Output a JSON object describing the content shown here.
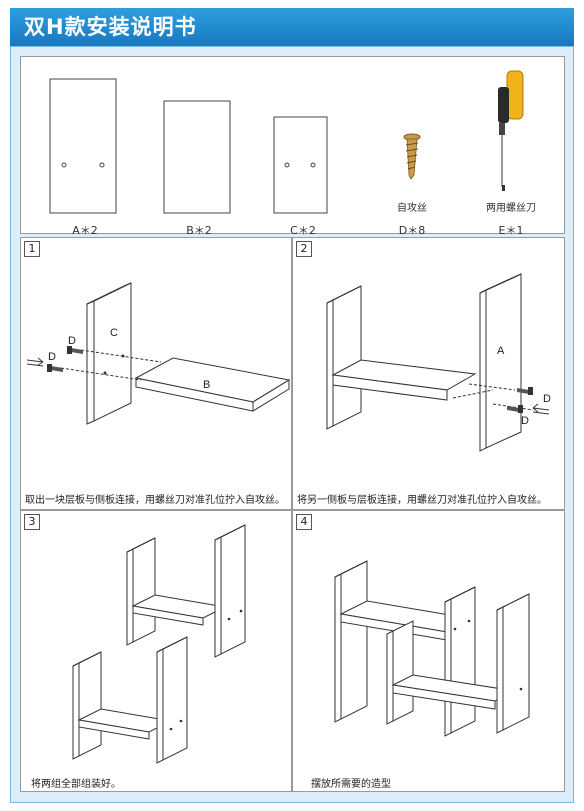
{
  "header": {
    "title": "双H款安装说明书"
  },
  "parts": [
    {
      "label": "A＊2"
    },
    {
      "label": "B＊2"
    },
    {
      "label": "C＊2"
    },
    {
      "label": "D＊8",
      "name": "自攻丝"
    },
    {
      "label": "E＊1",
      "name": "两用螺丝刀"
    }
  ],
  "steps": [
    {
      "number": "1",
      "caption": "取出一块层板与侧板连接，用螺丝刀对准孔位拧入自攻丝。",
      "tags": {
        "c": "C",
        "b": "B",
        "d1": "D",
        "d2": "D"
      }
    },
    {
      "number": "2",
      "caption": "将另一侧板与层板连接，用螺丝刀对准孔位拧入自攻丝。",
      "tags": {
        "a": "A",
        "d1": "D",
        "d2": "D"
      }
    },
    {
      "number": "3",
      "caption": "将两组全部组装好。"
    },
    {
      "number": "4",
      "caption": "摆放所需要的造型"
    }
  ],
  "colors": {
    "header": "#1f8ad2",
    "frame_bg": "#dceefa",
    "screwdriver_handle": "#f2b21b",
    "screw": "#b58a3a"
  }
}
